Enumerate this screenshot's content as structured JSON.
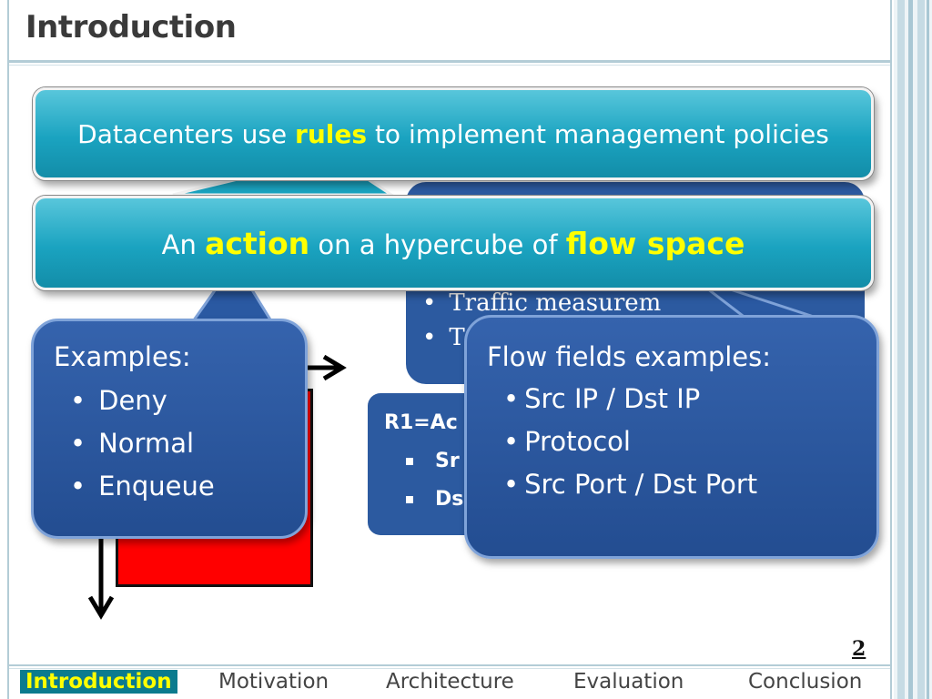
{
  "slide": {
    "title": "Introduction",
    "page_number": "2"
  },
  "banners": {
    "rules": {
      "prefix": "Datacenters use ",
      "highlight": "rules",
      "suffix": " to implement management policies"
    },
    "action": {
      "prefix": "An ",
      "highlight1": "action",
      "middle": " on a hypercube of ",
      "highlight2": "flow space"
    }
  },
  "background_box": {
    "items": [
      "Traffic measurem",
      "T"
    ]
  },
  "rule_box": {
    "title": "R1=Ac",
    "items": [
      "Sr",
      "Ds"
    ]
  },
  "callout_examples": {
    "heading": "Examples:",
    "items": [
      "Deny",
      "Normal",
      "Enqueue"
    ]
  },
  "callout_flow": {
    "heading": "Flow fields examples:",
    "items": [
      "Src IP / Dst IP",
      "Protocol",
      "Src Port / Dst Port"
    ]
  },
  "footer_nav": {
    "items": [
      "Introduction",
      "Motivation",
      "Architecture",
      "Evaluation",
      "Conclusion"
    ],
    "active": "Introduction"
  },
  "colors": {
    "banner": "#1aa3c0",
    "callout": "#2c5aa0",
    "highlight": "#ffff00",
    "red_block": "#ff0000",
    "nav_active_bg": "#0b7b8e"
  }
}
